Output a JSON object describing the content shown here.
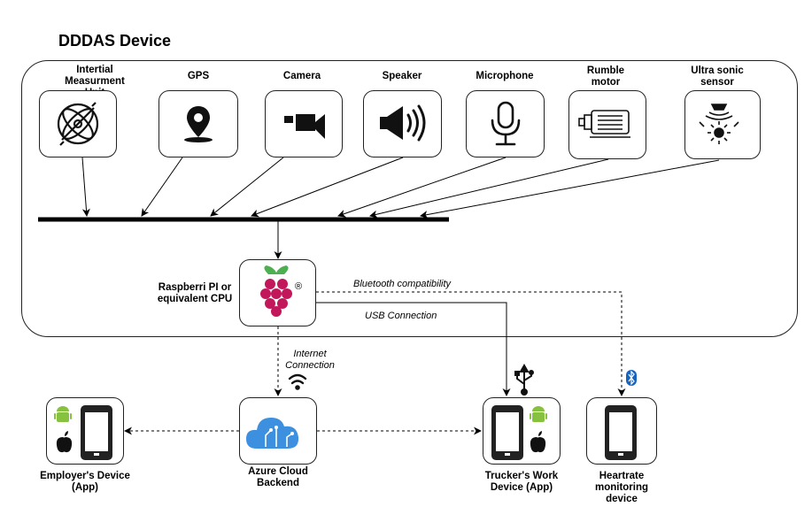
{
  "title": "DDDAS Device",
  "sensors": [
    {
      "label": "Intertial Measurment Unit",
      "icon": "gyroscope-icon"
    },
    {
      "label": "GPS",
      "icon": "location-pin-icon"
    },
    {
      "label": "Camera",
      "icon": "video-camera-icon"
    },
    {
      "label": "Speaker",
      "icon": "speaker-icon"
    },
    {
      "label": "Microphone",
      "icon": "microphone-icon"
    },
    {
      "label": "Rumble motor",
      "icon": "motor-icon"
    },
    {
      "label": "Ultra sonic sensor",
      "icon": "ultrasonic-sensor-icon"
    }
  ],
  "cpu": {
    "label": "Raspberri PI or equivalent CPU",
    "icon": "raspberry-pi-icon",
    "mark": "®"
  },
  "connections": {
    "bluetooth": "Bluetooth compatibility",
    "usb": "USB Connection",
    "internet": "Internet Connection"
  },
  "devices": {
    "employer": "Employer's Device (App)",
    "cloud": "Azure Cloud Backend",
    "trucker": "Trucker's Work Device (App)",
    "heartrate": "Heartrate monitoring device"
  },
  "colors": {
    "bluetooth": "#1565c0",
    "cloud": "#3d8fe0",
    "android": "#86c23f",
    "raspberry_leaf": "#4caf50",
    "raspberry_berry": "#c2185b"
  }
}
